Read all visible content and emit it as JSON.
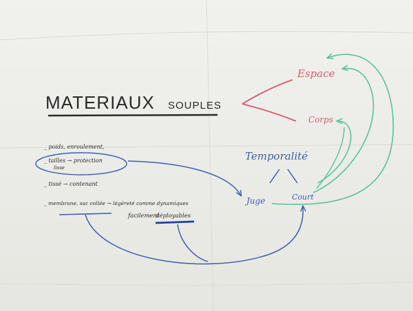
{
  "title": {
    "word1": "MATERIAUX",
    "word2": "SOUPLES"
  },
  "categories": {
    "espace": "Espace",
    "corps": "Corps",
    "temporalite": "Temporalité",
    "left": "Juge",
    "right": "Court"
  },
  "notes": {
    "line1": "_ poids, enroulement,",
    "line2a": "_ tailles → protection",
    "line2b": "lisse",
    "line3": "_ tissé → contenant",
    "line4a": "_ membrane, sac collée → légèreté comme dynamiques",
    "line4b": "facilement",
    "line4c": "déployables"
  },
  "colors": {
    "paper": "#eeeeea",
    "ink_black": "#2a2a2a",
    "ink_red": "#d65a6a",
    "ink_blue": "#3d5fb0",
    "ink_green": "#58c39a"
  }
}
